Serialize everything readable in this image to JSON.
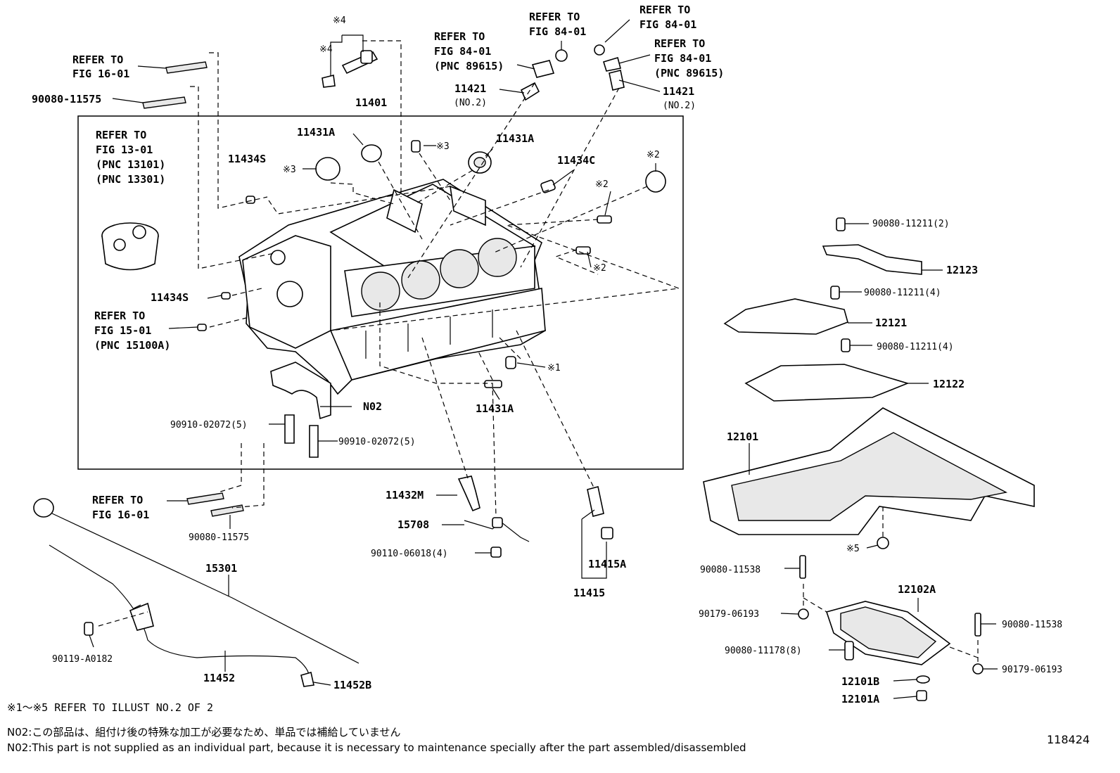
{
  "labels": {
    "ref_fig16_top_1": "REFER TO",
    "ref_fig16_top_2": "FIG 16-01",
    "p90080_11575_top": "90080-11575",
    "p11401": "11401",
    "ref_fig13_1": "REFER TO",
    "ref_fig13_2": "FIG 13-01",
    "ref_fig13_3": "(PNC 13101)",
    "ref_fig13_4": "(PNC 13301)",
    "p11431a_top1": "11431A",
    "p11431a_top2": "11431A",
    "p11434s_top": "11434S",
    "mark3_a": "※3",
    "mark3_b": "※3",
    "p11434c": "11434C",
    "mark2_a": "※2",
    "mark2_b": "※2",
    "mark2_c": "※2",
    "mark4_a": "※4",
    "mark4_b": "※4",
    "ref84_a1": "REFER TO",
    "ref84_a2": "FIG 84-01",
    "ref84_a3": "(PNC 89615)",
    "ref84_b1": "REFER TO",
    "ref84_b2": "FIG 84-01",
    "ref84_c1": "REFER TO",
    "ref84_c2": "FIG 84-01",
    "ref84_d1": "REFER TO",
    "ref84_d2": "FIG 84-01",
    "ref84_d3": "(PNC 89615)",
    "p11421_a": "11421",
    "p11421_a_no": "(NO.2)",
    "p11421_b": "11421",
    "p11421_b_no": "(NO.2)",
    "p11434s_mid": "11434S",
    "ref_fig15_1": "REFER TO",
    "ref_fig15_2": "FIG 15-01",
    "ref_fig15_3": "(PNC 15100A)",
    "mark1": "※1",
    "n02": "N02",
    "p11431a_bottom": "11431A",
    "p90910_a": "90910-02072(5)",
    "p90910_b": "90910-02072(5)",
    "ref_fig16_bot_1": "REFER TO",
    "ref_fig16_bot_2": "FIG 16-01",
    "p90080_11575_bot": "90080-11575",
    "p11432m": "11432M",
    "p15708": "15708",
    "p90110": "90110-06018(4)",
    "p11415a": "11415A",
    "p11415": "11415",
    "p15301": "15301",
    "p90119": "90119-A0182",
    "p11452": "11452",
    "p11452b": "11452B",
    "p90080_11211_2": "90080-11211(2)",
    "p12123": "12123",
    "p90080_11211_4a": "90080-11211(4)",
    "p12121": "12121",
    "p90080_11211_4b": "90080-11211(4)",
    "p12122": "12122",
    "p12101": "12101",
    "mark5": "※5",
    "p90080_11538_a": "90080-11538",
    "p12102a": "12102A",
    "p90179_a": "90179-06193",
    "p90080_11538_b": "90080-11538",
    "p90080_11178": "90080-11178(8)",
    "p90179_b": "90179-06193",
    "p12101b": "12101B",
    "p12101a": "12101A"
  },
  "notes": {
    "refer_illust": "※1～※5 REFER TO ILLUST NO.2 OF 2",
    "n02_jp": "N02:この部品は、組付け後の特殊な加工が必要なため、単品では補給していません",
    "n02_en": "N02:This part is not supplied as an individual part, because it is necessary to maintenance specially after the part assembled/disassembled"
  },
  "figure_number": "118424"
}
